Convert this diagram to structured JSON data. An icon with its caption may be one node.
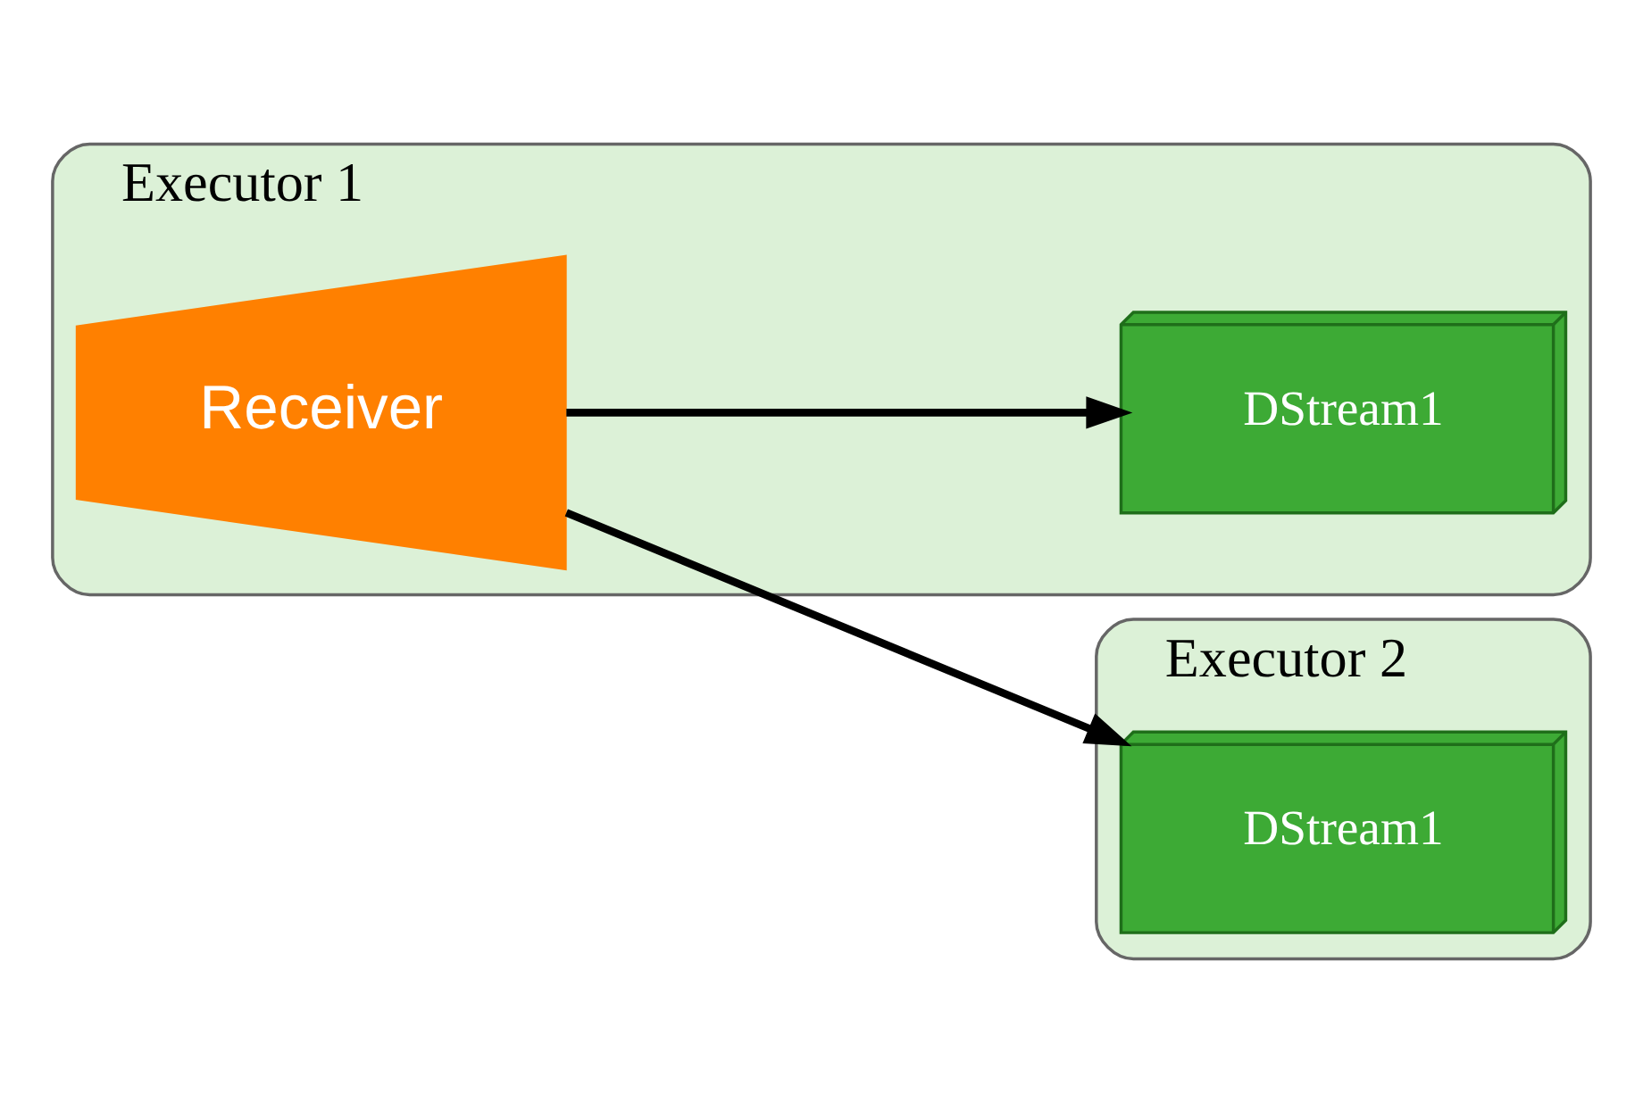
{
  "diagram": {
    "nodes": [
      {
        "text": [
          "Executor 1"
        ]
      },
      {
        "text": [
          "Receiver"
        ],
        "in": 0
      },
      {
        "text": [
          "DStream1"
        ],
        "in": 0
      },
      {
        "text": [
          "Executor 2"
        ]
      },
      {
        "text": [
          "DStream1"
        ],
        "in": 3
      }
    ],
    "edges": [
      {
        "from": 1,
        "to": 2,
        "arrow": "to"
      },
      {
        "from": 1,
        "to": 4,
        "arrow": "to"
      }
    ]
  }
}
